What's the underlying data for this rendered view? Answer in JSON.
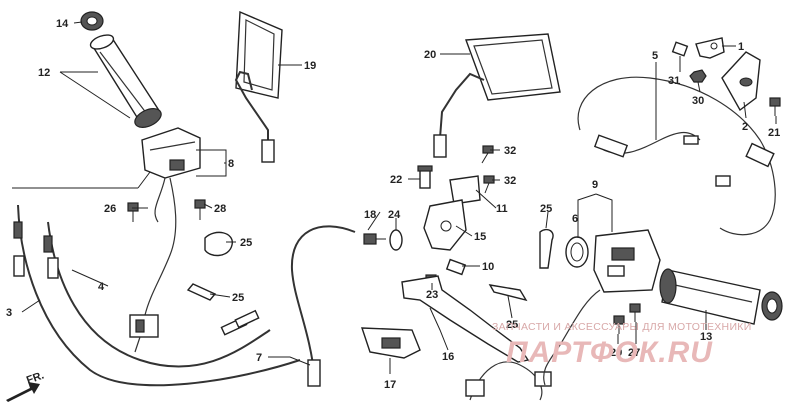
{
  "labels": {
    "p1": "1",
    "p2": "2",
    "p3": "3",
    "p4": "4",
    "p5": "5",
    "p6": "6",
    "p7": "7",
    "p8": "8",
    "p9": "9",
    "p10": "10",
    "p11": "11",
    "p12": "12",
    "p13": "13",
    "p14": "14",
    "p15": "15",
    "p16": "16",
    "p17": "17",
    "p18": "18",
    "p19": "19",
    "p20": "20",
    "p21": "21",
    "p22": "22",
    "p23": "23",
    "p24": "24",
    "p25a": "25",
    "p25b": "25",
    "p25c": "25",
    "p25d": "25",
    "p26": "26",
    "p27": "27",
    "p28": "28",
    "p29": "29",
    "p30": "30",
    "p31": "31",
    "p32a": "32",
    "p32b": "32"
  },
  "front_marker": "FR.",
  "watermark": {
    "line1": "ЗАПЧАСТИ И АКСЕССУАРЫ ДЛЯ МОТОТЕХНИКИ",
    "line2": "ПАРТФОК.RU"
  }
}
